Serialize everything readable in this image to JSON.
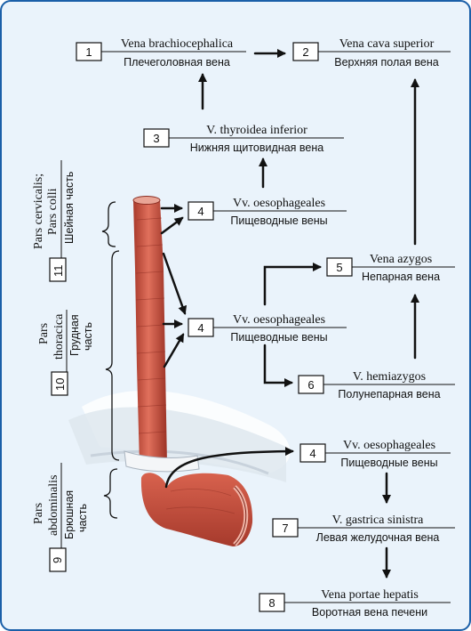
{
  "nodes": {
    "n1": {
      "num": "1",
      "latin": "Vena brachiocephalica",
      "russian": "Плечеголовная вена"
    },
    "n2": {
      "num": "2",
      "latin": "Vena cava superior",
      "russian": "Верхняя полая вена"
    },
    "n3": {
      "num": "3",
      "latin": "V. thyroidea inferior",
      "russian": "Нижняя щитовидная вена"
    },
    "n4a": {
      "num": "4",
      "latin": "Vv. oesophageales",
      "russian": "Пищеводные вены"
    },
    "n4b": {
      "num": "4",
      "latin": "Vv. oesophageales",
      "russian": "Пищеводные вены"
    },
    "n5": {
      "num": "5",
      "latin": "Vena azygos",
      "russian": "Непарная вена"
    },
    "n6": {
      "num": "6",
      "latin": "V. hemiazygos",
      "russian": "Полунепарная вена"
    },
    "n4c": {
      "num": "4",
      "latin": "Vv. oesophageales",
      "russian": "Пищеводные вены"
    },
    "n7": {
      "num": "7",
      "latin": "V. gastrica sinistra",
      "russian": "Левая желудочная вена"
    },
    "n8": {
      "num": "8",
      "latin": "Vena portae hepatis",
      "russian": "Воротная вена печени"
    }
  },
  "parts": {
    "p11": {
      "num": "11",
      "latin1": "Pars cervicalis;",
      "latin2": "Pars colli",
      "russian": "Шейная часть"
    },
    "p10": {
      "num": "10",
      "latin1": "Pars",
      "latin2": "thoracica",
      "russian1": "Грудная",
      "russian2": "часть"
    },
    "p9": {
      "num": "9",
      "latin1": "Pars",
      "latin2": "abdominalis",
      "russian1": "Брюшная",
      "russian2": "часть"
    }
  },
  "colors": {
    "frame": "#1a5fa8",
    "background": "#eaf3fb",
    "muscle": "#c9503f",
    "arrow": "#111111"
  }
}
